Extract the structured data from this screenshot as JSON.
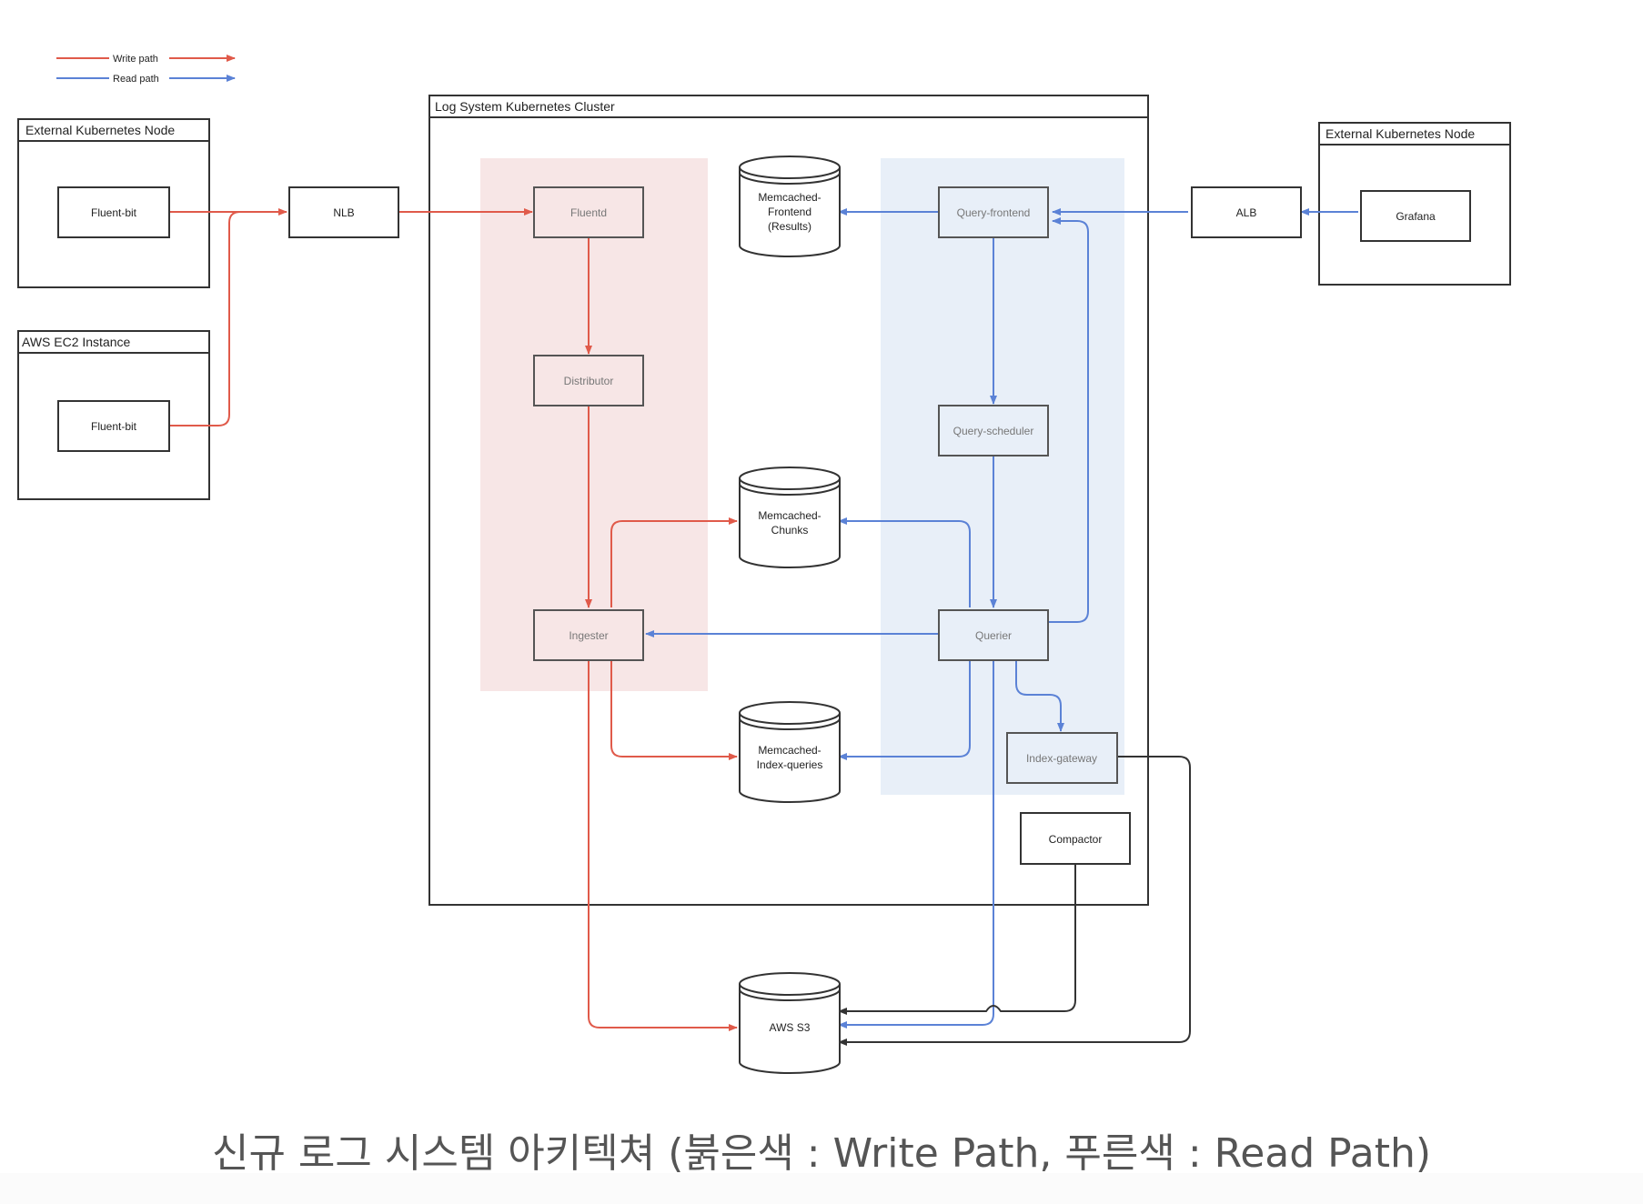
{
  "legend": {
    "write": {
      "label": "Write path",
      "color": "#e05a4a"
    },
    "read": {
      "label": "Read path",
      "color": "#5b82d6"
    }
  },
  "groups": {
    "ext_left": "External Kubernetes Node",
    "ec2": "AWS EC2 Instance",
    "cluster": "Log System Kubernetes Cluster",
    "ext_right": "External Kubernetes Node"
  },
  "nodes": {
    "fluentbit1": "Fluent-bit",
    "fluentbit2": "Fluent-bit",
    "nlb": "NLB",
    "fluentd": "Fluentd",
    "distributor": "Distributor",
    "ingester": "Ingester",
    "memcached_frontend": [
      "Memcached-",
      "Frontend",
      "(Results)"
    ],
    "memcached_chunks": [
      "Memcached-",
      "Chunks"
    ],
    "memcached_index": [
      "Memcached-",
      "Index-queries"
    ],
    "query_frontend": "Query-frontend",
    "query_scheduler": "Query-scheduler",
    "querier": "Querier",
    "index_gateway": "Index-gateway",
    "compactor": "Compactor",
    "alb": "ALB",
    "grafana": "Grafana",
    "s3": "AWS S3"
  },
  "colors": {
    "write": "#e05a4a",
    "read": "#5b82d6",
    "other": "#333333",
    "write_zone": "#f7e6e6",
    "read_zone": "#e8eff8"
  },
  "caption": "신규 로그 시스템 아키텍쳐 (붉은색 : Write Path, 푸른색 : Read Path)"
}
